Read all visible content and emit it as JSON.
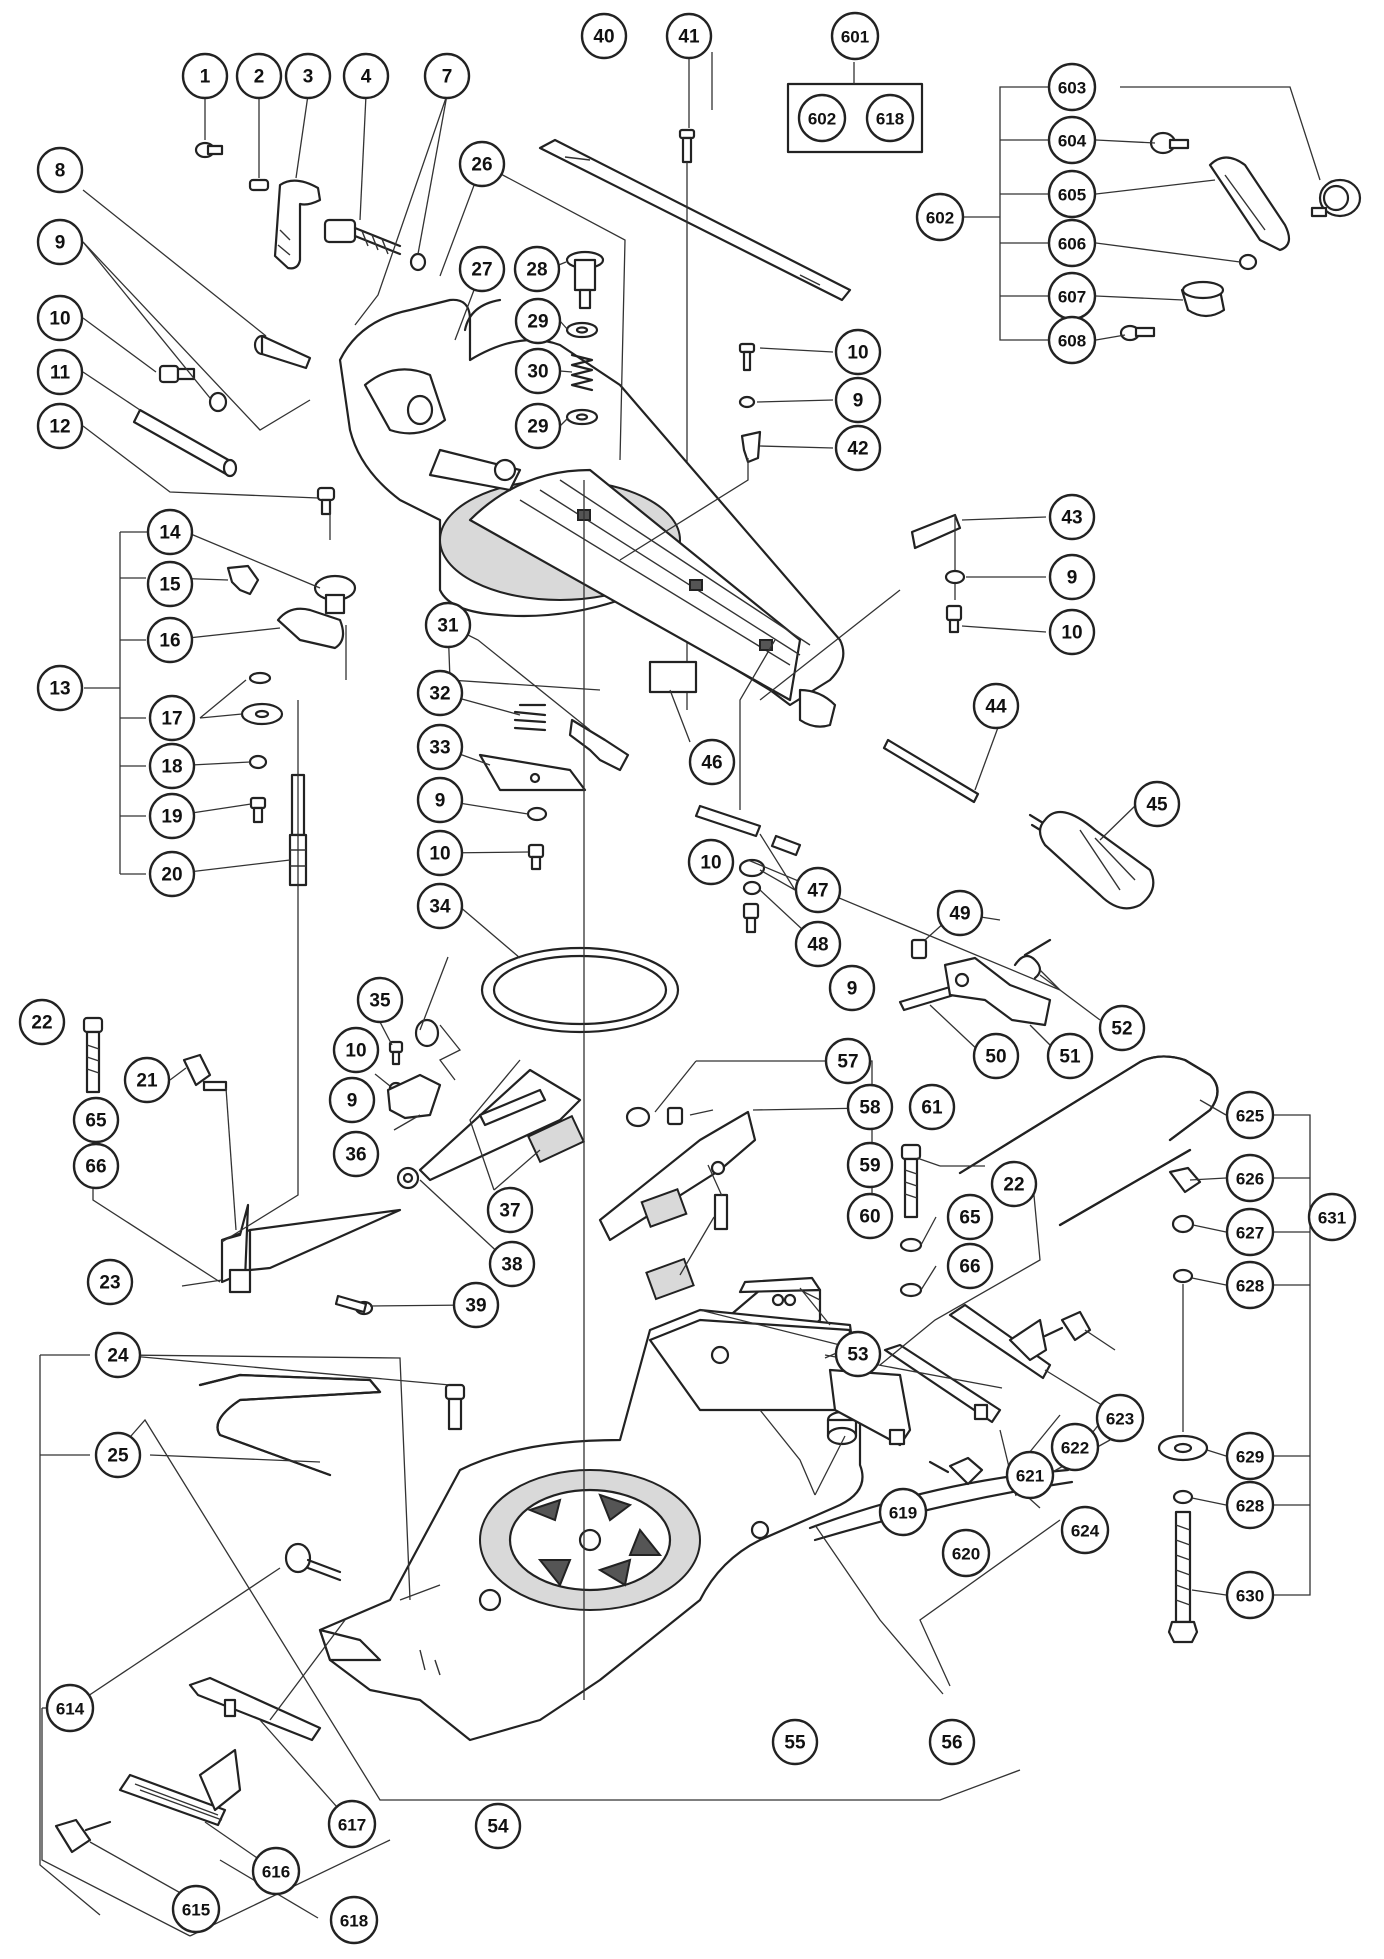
{
  "callouts": [
    {
      "id": "c1",
      "label": "1"
    },
    {
      "id": "c2",
      "label": "2"
    },
    {
      "id": "c3",
      "label": "3"
    },
    {
      "id": "c4",
      "label": "4"
    },
    {
      "id": "c7",
      "label": "7"
    },
    {
      "id": "c8",
      "label": "8"
    },
    {
      "id": "c9a",
      "label": "9"
    },
    {
      "id": "c10a",
      "label": "10"
    },
    {
      "id": "c11",
      "label": "11"
    },
    {
      "id": "c12",
      "label": "12"
    },
    {
      "id": "c13",
      "label": "13"
    },
    {
      "id": "c14",
      "label": "14"
    },
    {
      "id": "c15",
      "label": "15"
    },
    {
      "id": "c16",
      "label": "16"
    },
    {
      "id": "c17",
      "label": "17"
    },
    {
      "id": "c18",
      "label": "18"
    },
    {
      "id": "c19",
      "label": "19"
    },
    {
      "id": "c20",
      "label": "20"
    },
    {
      "id": "c21",
      "label": "21"
    },
    {
      "id": "c22a",
      "label": "22"
    },
    {
      "id": "c22b",
      "label": "22"
    },
    {
      "id": "c23",
      "label": "23"
    },
    {
      "id": "c24",
      "label": "24"
    },
    {
      "id": "c25",
      "label": "25"
    },
    {
      "id": "c26",
      "label": "26"
    },
    {
      "id": "c27",
      "label": "27"
    },
    {
      "id": "c28",
      "label": "28"
    },
    {
      "id": "c29a",
      "label": "29"
    },
    {
      "id": "c29b",
      "label": "29"
    },
    {
      "id": "c30",
      "label": "30"
    },
    {
      "id": "c31",
      "label": "31"
    },
    {
      "id": "c32",
      "label": "32"
    },
    {
      "id": "c33",
      "label": "33"
    },
    {
      "id": "c9b",
      "label": "9"
    },
    {
      "id": "c10b",
      "label": "10"
    },
    {
      "id": "c34",
      "label": "34"
    },
    {
      "id": "c35",
      "label": "35"
    },
    {
      "id": "c10c",
      "label": "10"
    },
    {
      "id": "c9c",
      "label": "9"
    },
    {
      "id": "c36",
      "label": "36"
    },
    {
      "id": "c37",
      "label": "37"
    },
    {
      "id": "c38",
      "label": "38"
    },
    {
      "id": "c39",
      "label": "39"
    },
    {
      "id": "c40",
      "label": "40"
    },
    {
      "id": "c41",
      "label": "41"
    },
    {
      "id": "c10d",
      "label": "10"
    },
    {
      "id": "c9d",
      "label": "9"
    },
    {
      "id": "c42",
      "label": "42"
    },
    {
      "id": "c43",
      "label": "43"
    },
    {
      "id": "c9e",
      "label": "9"
    },
    {
      "id": "c10e",
      "label": "10"
    },
    {
      "id": "c44",
      "label": "44"
    },
    {
      "id": "c45",
      "label": "45"
    },
    {
      "id": "c46",
      "label": "46"
    },
    {
      "id": "c10f",
      "label": "10"
    },
    {
      "id": "c47",
      "label": "47"
    },
    {
      "id": "c48",
      "label": "48"
    },
    {
      "id": "c9f",
      "label": "9"
    },
    {
      "id": "c49",
      "label": "49"
    },
    {
      "id": "c50",
      "label": "50"
    },
    {
      "id": "c51",
      "label": "51"
    },
    {
      "id": "c52",
      "label": "52"
    },
    {
      "id": "c53",
      "label": "53"
    },
    {
      "id": "c54",
      "label": "54"
    },
    {
      "id": "c55",
      "label": "55"
    },
    {
      "id": "c56",
      "label": "56"
    },
    {
      "id": "c57",
      "label": "57"
    },
    {
      "id": "c58",
      "label": "58"
    },
    {
      "id": "c59",
      "label": "59"
    },
    {
      "id": "c60",
      "label": "60"
    },
    {
      "id": "c61",
      "label": "61"
    },
    {
      "id": "c65a",
      "label": "65"
    },
    {
      "id": "c66a",
      "label": "66"
    },
    {
      "id": "c65b",
      "label": "65"
    },
    {
      "id": "c66b",
      "label": "66"
    },
    {
      "id": "c601",
      "label": "601"
    },
    {
      "id": "c602a",
      "label": "602"
    },
    {
      "id": "c618a",
      "label": "618"
    },
    {
      "id": "c602b",
      "label": "602"
    },
    {
      "id": "c603",
      "label": "603"
    },
    {
      "id": "c604",
      "label": "604"
    },
    {
      "id": "c605",
      "label": "605"
    },
    {
      "id": "c606",
      "label": "606"
    },
    {
      "id": "c607",
      "label": "607"
    },
    {
      "id": "c608",
      "label": "608"
    },
    {
      "id": "c614",
      "label": "614"
    },
    {
      "id": "c615",
      "label": "615"
    },
    {
      "id": "c616",
      "label": "616"
    },
    {
      "id": "c617",
      "label": "617"
    },
    {
      "id": "c618b",
      "label": "618"
    },
    {
      "id": "c619",
      "label": "619"
    },
    {
      "id": "c620",
      "label": "620"
    },
    {
      "id": "c621",
      "label": "621"
    },
    {
      "id": "c622",
      "label": "622"
    },
    {
      "id": "c623",
      "label": "623"
    },
    {
      "id": "c624",
      "label": "624"
    },
    {
      "id": "c625",
      "label": "625"
    },
    {
      "id": "c626",
      "label": "626"
    },
    {
      "id": "c627",
      "label": "627"
    },
    {
      "id": "c628a",
      "label": "628"
    },
    {
      "id": "c629",
      "label": "629"
    },
    {
      "id": "c628b",
      "label": "628"
    },
    {
      "id": "c630",
      "label": "630"
    },
    {
      "id": "c631",
      "label": "631"
    }
  ]
}
